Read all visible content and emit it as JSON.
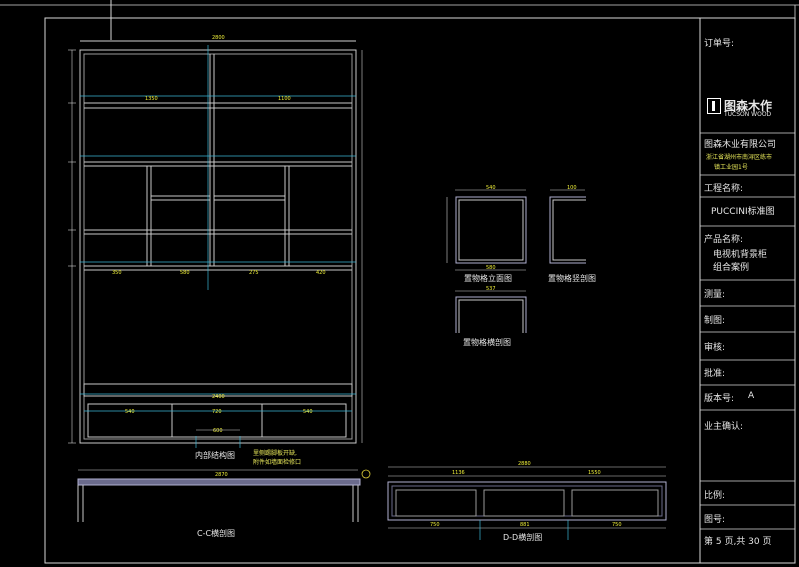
{
  "title_block": {
    "order_no_label": "订单号:",
    "logo": {
      "name": "图森木作",
      "sub": "TUCSON WOOD"
    },
    "company": "图森木业有限公司",
    "address_line1": "浙江省湖州市南浔区练市",
    "address_line2": "镇工业园1号",
    "project_label": "工程名称:",
    "project_value": "PUCCINI标准图",
    "product_label": "产品名称:",
    "product_value_line1": "电视机背景柜",
    "product_value_line2": "组合案例",
    "measure_label": "测量:",
    "drawing_label": "制图:",
    "review_label": "审核:",
    "approve_label": "批准:",
    "version_label": "版本号:",
    "version_value": "A",
    "owner_label": "业主确认:",
    "scale_label": "比例:",
    "drawing_no_label": "图号:",
    "page_text": "第 5 页,共 30 页"
  },
  "captions": {
    "inner_structure": "内部结构图",
    "cc_section": "C-C横剖图",
    "dd_section": "D-D横剖图",
    "shelf_elevation": "置物格立面图",
    "shelf_vertical": "置物格竖剖图",
    "shelf_horizontal": "置物格横剖图",
    "note_line1": "里侧踢脚板开缺,",
    "note_line2": "附件如墙面检修口"
  },
  "dims": {
    "top_width": "2800",
    "row1_left": "1350",
    "row1_right": "1100",
    "mid_a": "350",
    "mid_b": "580",
    "mid_c": "275",
    "mid_d": "420",
    "base_width": "2400",
    "base_a": "540",
    "base_b": "720",
    "base_c": "540",
    "base_inner": "600",
    "cc_width": "2870",
    "dd_width": "2880",
    "dd_left": "1136",
    "dd_right": "1550",
    "dd_bot_left": "750",
    "dd_bot_mid": "881",
    "dd_bot_right": "750",
    "shelf_w": "540",
    "shelf_w2": "580",
    "shelf_v": "100",
    "shelf_h": "537"
  }
}
